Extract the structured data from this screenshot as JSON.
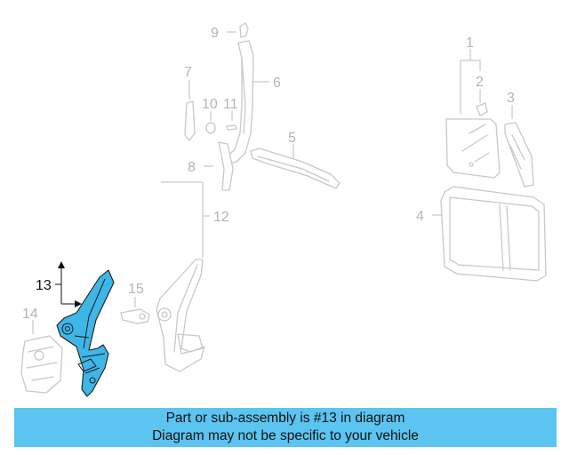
{
  "callouts": {
    "c1": "1",
    "c2": "2",
    "c3": "3",
    "c4": "4",
    "c5": "5",
    "c6": "6",
    "c7": "7",
    "c8": "8",
    "c9": "9",
    "c10": "10",
    "c11": "11",
    "c12": "12",
    "c13": "13",
    "c14": "14",
    "c15": "15"
  },
  "highlighted_part": "13",
  "colors": {
    "highlight": "#3fb6e8",
    "banner": "#5bc4f0",
    "ghost": "#c8c8c8"
  },
  "banner": {
    "line1": "Part or sub-assembly is #13 in diagram",
    "line2": "Diagram may not be specific to your vehicle"
  }
}
